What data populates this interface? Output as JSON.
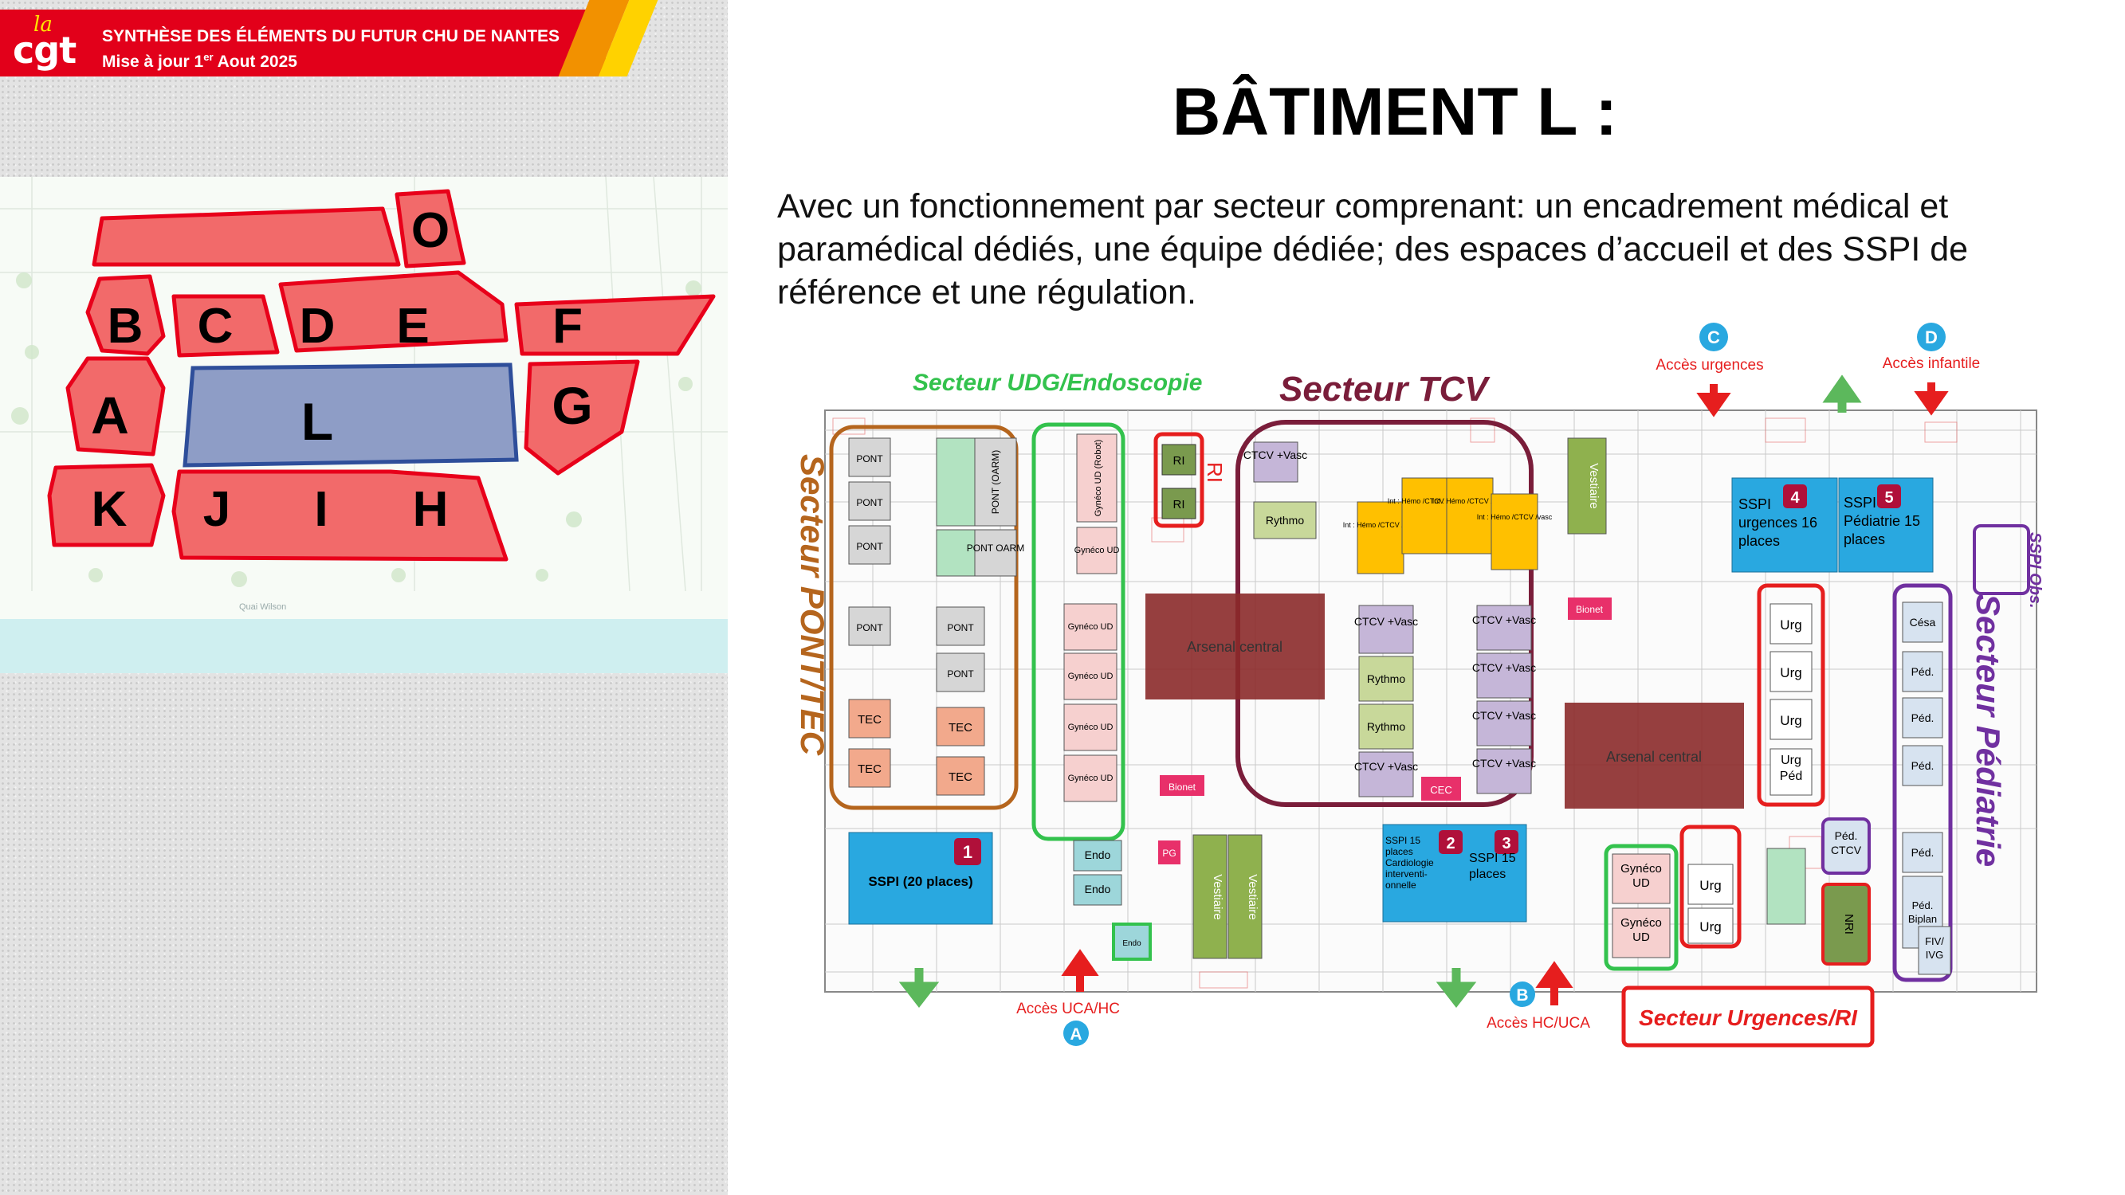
{
  "header": {
    "logo_small": "la",
    "logo_main": "cgt",
    "title": "SYNTHÈSE DES ÉLÉMENTS DU FUTUR CHU DE NANTES",
    "subtitle_prefix": "Mise à jour 1",
    "subtitle_sup": "er",
    "subtitle_suffix": " Aout 2025"
  },
  "site_map": {
    "buildings": [
      "O",
      "B",
      "C",
      "D",
      "E",
      "F",
      "A",
      "L",
      "G",
      "K",
      "J",
      "I",
      "H"
    ],
    "street_label": "Quai Wilson",
    "colors": {
      "building": "#f26a6a",
      "highlight": "#8e9dc6",
      "water": "#cfeff0"
    }
  },
  "slide": {
    "title": "BÂTIMENT L :",
    "description": "Avec un fonctionnement par secteur comprenant: un encadrement médical et paramédical dédiés, une équipe dédiée; des espaces d’accueil et des SSPI de référence et une régulation."
  },
  "plan": {
    "sectors": {
      "udg": "Secteur UDG/Endoscopie",
      "tcv": "Secteur TCV",
      "pont": "Secteur PONT/TEC",
      "pediatrie": "Secteur Pédiatrie",
      "urgences": "Secteur Urgences/RI",
      "ri": "RI",
      "sspi_obs": "SSPI Obs."
    },
    "access": {
      "A": {
        "badge": "A",
        "label": "Accès UCA/HC"
      },
      "B": {
        "badge": "B",
        "label": "Accès HC/UCA"
      },
      "C": {
        "badge": "C",
        "label": "Accès urgences"
      },
      "D": {
        "badge": "D",
        "label": "Accès infantile"
      }
    },
    "sspi": {
      "s1": {
        "num": "1",
        "label": "SSPI (20 places)"
      },
      "s2": {
        "num": "2",
        "label": "SSPI 15 places Cardiologie interventi-onnelle"
      },
      "s3": {
        "num": "3",
        "label": "SSPI 15 places"
      },
      "s4": {
        "num": "4",
        "label": "SSPI urgences 16 places"
      },
      "s5": {
        "num": "5",
        "label": "SSPI Pédiatrie 15 places"
      }
    },
    "rooms": {
      "pont": "PONT",
      "pont_oarm": "PONT (OARM)",
      "pont_oarm2": "PONT OARM",
      "tec": "TEC",
      "gyneco_robot": "Gynéco UD (Robot)",
      "gyneco_ud": "Gynéco UD",
      "endo": "Endo",
      "ri_room": "RI",
      "ctcv_vasc": "CTCV +Vasc",
      "rythmo": "Rythmo",
      "int": "Int : Hémo /CTCV /vasc",
      "arsenal": "Arsenal central",
      "vestiaire": "Vestiaire",
      "urg": "Urg",
      "urg_ped": "Urg Péd",
      "cesa": "Césa",
      "ped": "Péd.",
      "ped_biplan": "Péd. Biplan",
      "fiv": "FIV/ IVG",
      "ped_ctcv": "Péd. CTCV",
      "nri": "NRI",
      "cec": "CEC",
      "pg": "PG",
      "bionet": "Bionet"
    },
    "colors": {
      "pont": "#d6d6d6",
      "tec": "#f2a98c",
      "gyneco": "#f6d0cf",
      "endo": "#9dd6da",
      "ri": "#7a9a4e",
      "ctcv": "#c5b6d8",
      "rythmo": "#c8d89a",
      "int": "#ffc000",
      "arsenal": "#8b2a2a",
      "vestiaire": "#8fb14e",
      "sspi": "#29a8e0",
      "ped": "#d7e3f0",
      "urg_box": "#e61e1e",
      "ped_box": "#7030a0",
      "udg_box": "#33c24d",
      "pont_box": "#b5651d",
      "tcv_box": "#7a1d3a"
    }
  }
}
